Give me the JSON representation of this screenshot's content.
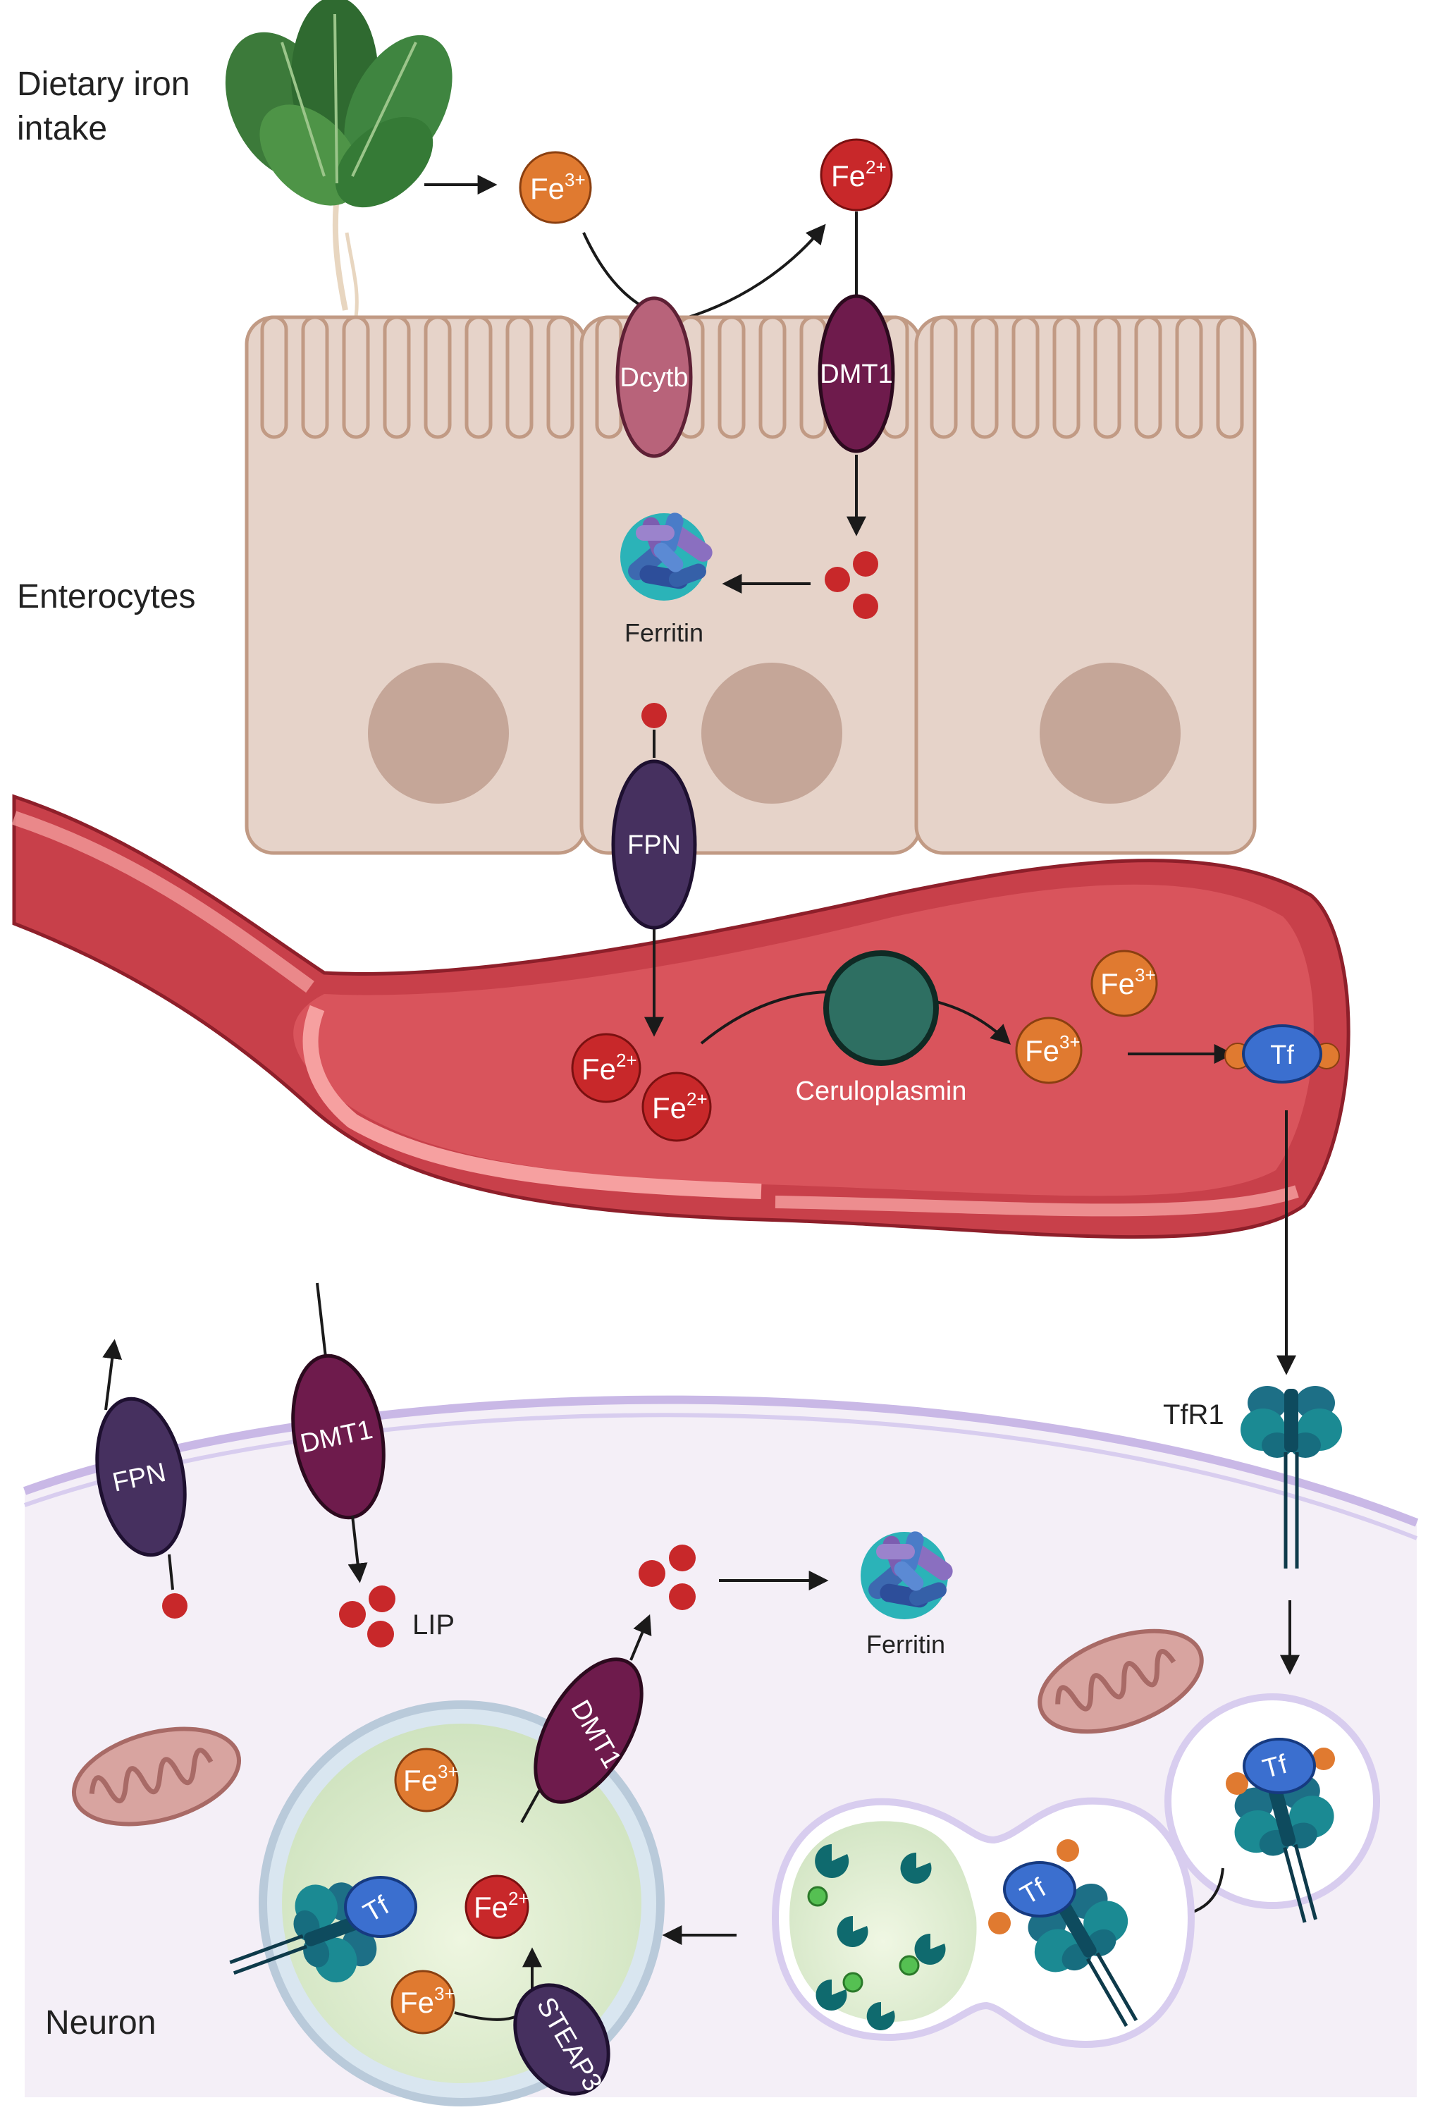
{
  "labels": {
    "dietary": [
      "Dietary iron",
      "intake"
    ],
    "enterocytes": "Enterocytes",
    "neuron": "Neuron",
    "ferritin": "Ferritin",
    "ceruloplasmin": "Ceruloplasmin",
    "tfr1": "TfR1",
    "lip": "LIP"
  },
  "proteins": {
    "dcytb": "Dcytb",
    "dmt1": "DMT1",
    "fpn": "FPN",
    "tf": "Tf",
    "steap3": "STEAP3"
  },
  "ions": {
    "element": "Fe",
    "ferric": "3+",
    "ferrous": "2+"
  },
  "colors": {
    "ferric_ion": "#e07a30",
    "ferrous_ion": "#c8282a",
    "dcytb": "#b8637a",
    "dmt1": "#6e1b4c",
    "fpn": "#46305f",
    "ceruloplasmin": "#2e6f62",
    "tf": "#3b6fcf",
    "tfr1": "#1f7f8f",
    "blood_vessel": "#c8404a",
    "enterocyte": "#e6d3c9",
    "neuron_membrane": "#c9b8e6"
  }
}
